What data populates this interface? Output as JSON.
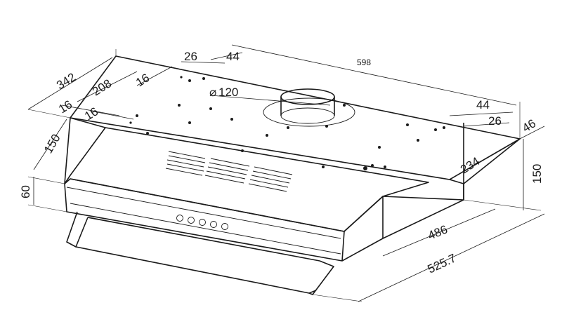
{
  "drawing": {
    "dimensions": {
      "width_598": "598",
      "depth_342": "342",
      "offset_208": "208",
      "offset_16_top": "16",
      "offset_16_left_a": "16",
      "offset_16_left_b": "16",
      "offset_26_top": "26",
      "offset_44_top": "44",
      "duct_diameter": "120",
      "offset_44_right": "44",
      "offset_26_right": "26",
      "offset_46_right": "46",
      "depth_234": "234",
      "height_150_right": "150",
      "height_150_left": "150",
      "height_60": "60",
      "depth_486": "486",
      "depth_525_7": "525.7"
    },
    "control_buttons_count": 5
  }
}
